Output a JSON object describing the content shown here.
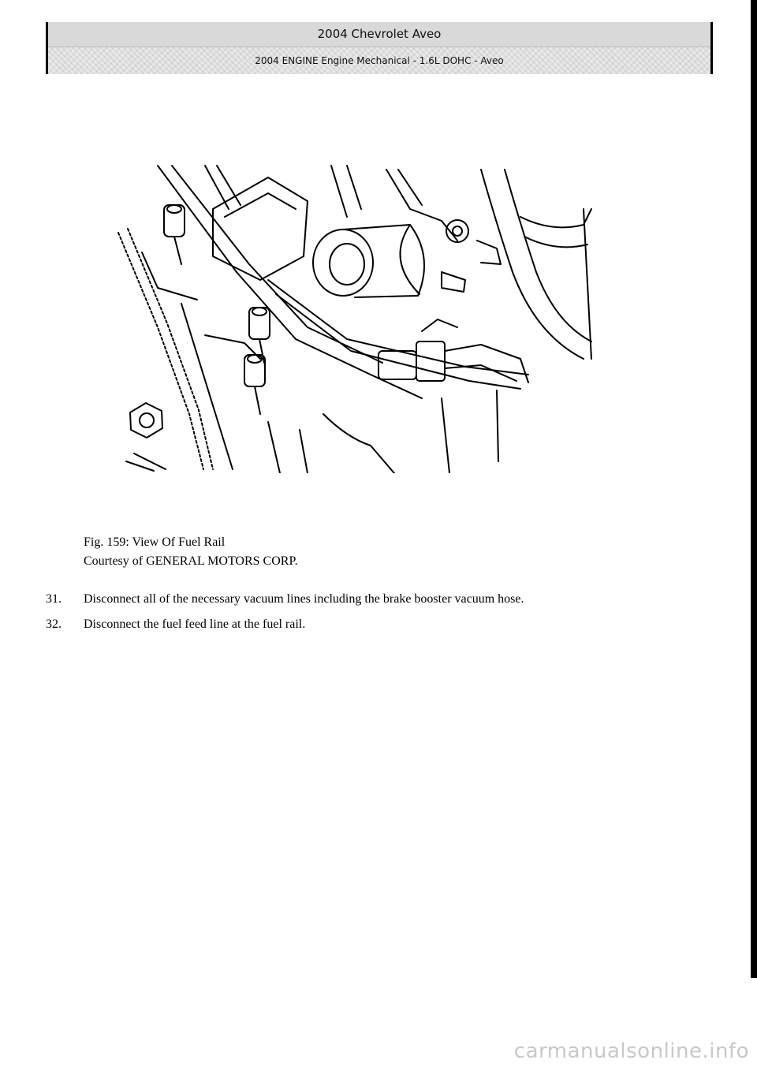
{
  "header": {
    "title": "2004 Chevrolet Aveo",
    "subtitle": "2004 ENGINE Engine Mechanical - 1.6L DOHC - Aveo"
  },
  "figure": {
    "caption_line1": "Fig. 159: View Of Fuel Rail",
    "caption_line2": "Courtesy of GENERAL MOTORS CORP."
  },
  "steps": [
    {
      "number": "31.",
      "text": "Disconnect all of the necessary vacuum lines including the brake booster vacuum hose."
    },
    {
      "number": "32.",
      "text": "Disconnect the fuel feed line at the fuel rail."
    }
  ],
  "watermark": "carmanualsonline.info"
}
